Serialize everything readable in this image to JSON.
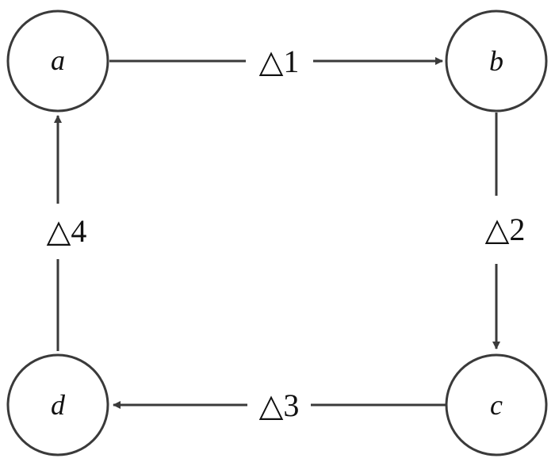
{
  "colors": {
    "stroke": "#3a3a3a",
    "node_fill": "#ffffff",
    "text": "#111111",
    "background": "#ffffff"
  },
  "nodes": {
    "a": {
      "label": "a"
    },
    "b": {
      "label": "b"
    },
    "c": {
      "label": "c"
    },
    "d": {
      "label": "d"
    }
  },
  "edges": {
    "a_b": {
      "label": "△1",
      "from": "a",
      "to": "b"
    },
    "b_c": {
      "label": "△2",
      "from": "b",
      "to": "c"
    },
    "c_d": {
      "label": "△3",
      "from": "c",
      "to": "d"
    },
    "d_a": {
      "label": "△4",
      "from": "d",
      "to": "a"
    }
  }
}
